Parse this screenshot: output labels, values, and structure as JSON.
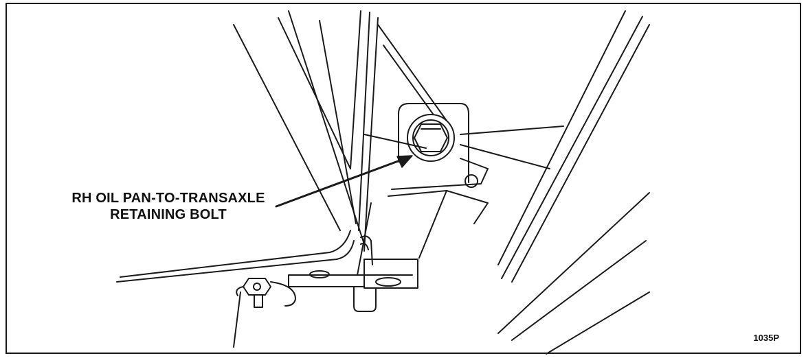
{
  "callout": {
    "line1": "RH OIL PAN-TO-TRANSAXLE",
    "line2": "RETAINING BOLT"
  },
  "figure_number": "1035P"
}
